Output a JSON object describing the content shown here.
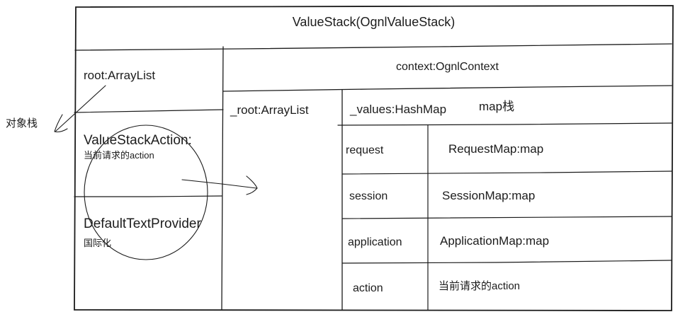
{
  "colors": {
    "ink": "#1b1b1b",
    "background": "#ffffff"
  },
  "diagram": {
    "title": "ValueStack(OgnlValueStack)",
    "object_stack_label": "对象栈",
    "root_stack": {
      "header": "root:ArrayList",
      "items": [
        {
          "name": "ValueStackAction:",
          "note": "当前请求的action"
        },
        {
          "name": "DefaultTextProvider",
          "note": "国际化"
        }
      ]
    },
    "context": {
      "header": "context:OgnlContext",
      "root_cell": "_root:ArrayList",
      "values_cell": "_values:HashMap",
      "values_note": "map栈",
      "rows": [
        {
          "key": "request",
          "value": "RequestMap:map"
        },
        {
          "key": "session",
          "value": "SessionMap:map"
        },
        {
          "key": "application",
          "value": "ApplicationMap:map"
        },
        {
          "key": "action",
          "value": "当前请求的action"
        }
      ]
    }
  }
}
